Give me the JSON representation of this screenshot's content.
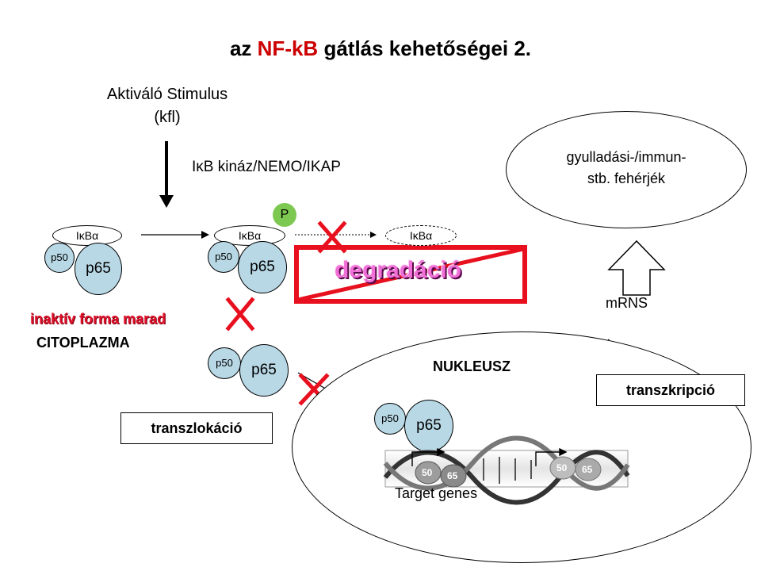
{
  "title": {
    "prefix": "az ",
    "highlight": "NF-kB",
    "suffix": " gátlás kehetőségei 2."
  },
  "stimulus": {
    "line1": "Aktiváló Stimulus",
    "line2": "(kfl)"
  },
  "kinase": {
    "label_prefix": "I",
    "label_kappa": "κ",
    "label_suffix": "B kináz/NEMO/IKAP"
  },
  "complex1": {
    "ikb_i": "I",
    "ikb_k": "κ",
    "ikb_b": "B",
    "ikb_a": "α",
    "p50": "p50",
    "p65": "p65"
  },
  "complex2": {
    "ikb_i": "I",
    "ikb_k": "κ",
    "ikb_b": "B",
    "ikb_a": "α",
    "p50": "p50",
    "p65": "p65",
    "phospho": "P"
  },
  "complex3": {
    "ikb_i": "I",
    "ikb_k": "κ",
    "ikb_b": "B",
    "ikb_a": "α"
  },
  "degradation": "degradáció",
  "inactive_note": "inaktív forma marad",
  "cytoplasm": "CITOPLAZMA",
  "dimer_free": {
    "p50": "p50",
    "p65": "p65"
  },
  "translocation": "transzlokáció",
  "nucleus": {
    "label": "NUKLEUSZ",
    "p50": "p50",
    "p65": "p65",
    "target_genes": "Target genes",
    "dna_a": "50",
    "dna_b": "65",
    "dna_c": "50",
    "dna_d": "65"
  },
  "transcription": "transzkripció",
  "mrna": "mRNS",
  "proteins": {
    "line1": "gyulladási-/immun-",
    "line2": "stb. fehérjék"
  },
  "colors": {
    "highlight": "#cc0000",
    "block_red": "#e8101e",
    "protein_blue": "#b8d8e6",
    "phospho_green": "#7dc850",
    "degradation_pink": "#f070d8"
  }
}
